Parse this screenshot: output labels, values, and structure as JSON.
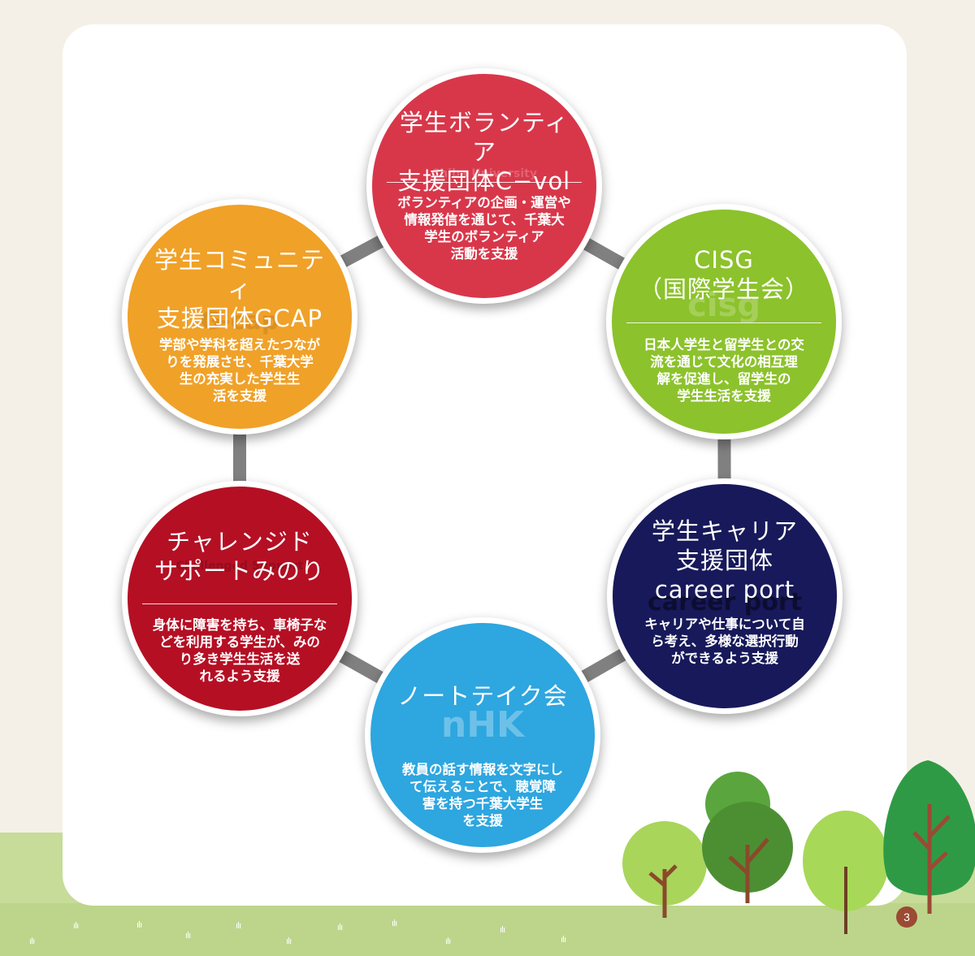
{
  "diagram": {
    "nodes": [
      {
        "id": "cvol",
        "color": "#d8374a",
        "title": "学生ボランティア\n支援団体C−vol",
        "description": "ボランティアの企画・運営や\n情報発信を通じて、千葉大\n学生のボランティア\n活動を支援",
        "watermark": "Chiba University"
      },
      {
        "id": "cisg",
        "color": "#8cc22c",
        "title": "CISG\n（国際学生会）",
        "description": "日本人学生と留学生との交\n流を通じて文化の相互理\n解を促進し、留学生の\n学生生活を支援",
        "watermark": "cisg"
      },
      {
        "id": "career",
        "color": "#17195a",
        "title": "学生キャリア\n支援団体\ncareer port",
        "description": "キャリアや仕事について自\nら考え、多様な選択行動\nができるよう支援",
        "watermark": "career port"
      },
      {
        "id": "notetake",
        "color": "#2ea6df",
        "title": "ノートテイク会",
        "description": "教員の話す情報を文字にし\nて伝えることで、聴覚障\n害を持つ千葉大学生\nを支援",
        "watermark": "nHK"
      },
      {
        "id": "minori",
        "color": "#b50f24",
        "title": "チャレンジド\nサポートみのり",
        "description": "身体に障害を持ち、車椅子な\nどを利用する学生が、みの\nり多き学生生活を送\nれるよう支援",
        "watermark": "Challenged Support"
      },
      {
        "id": "gcap",
        "color": "#f0a128",
        "title": "学生コミュニティ\n支援団体GCAP",
        "description": "学部や学科を超えたつなが\nりを発展させ、千葉大学\n生の充実した学生生\n活を支援",
        "watermark": "G-cap"
      }
    ],
    "connector_color": "#808080"
  },
  "colors": {
    "background": "#f4f0e7",
    "card": "#ffffff",
    "grass": "#c6dc98",
    "page_badge": "#9b4a33"
  },
  "page_number": "3"
}
